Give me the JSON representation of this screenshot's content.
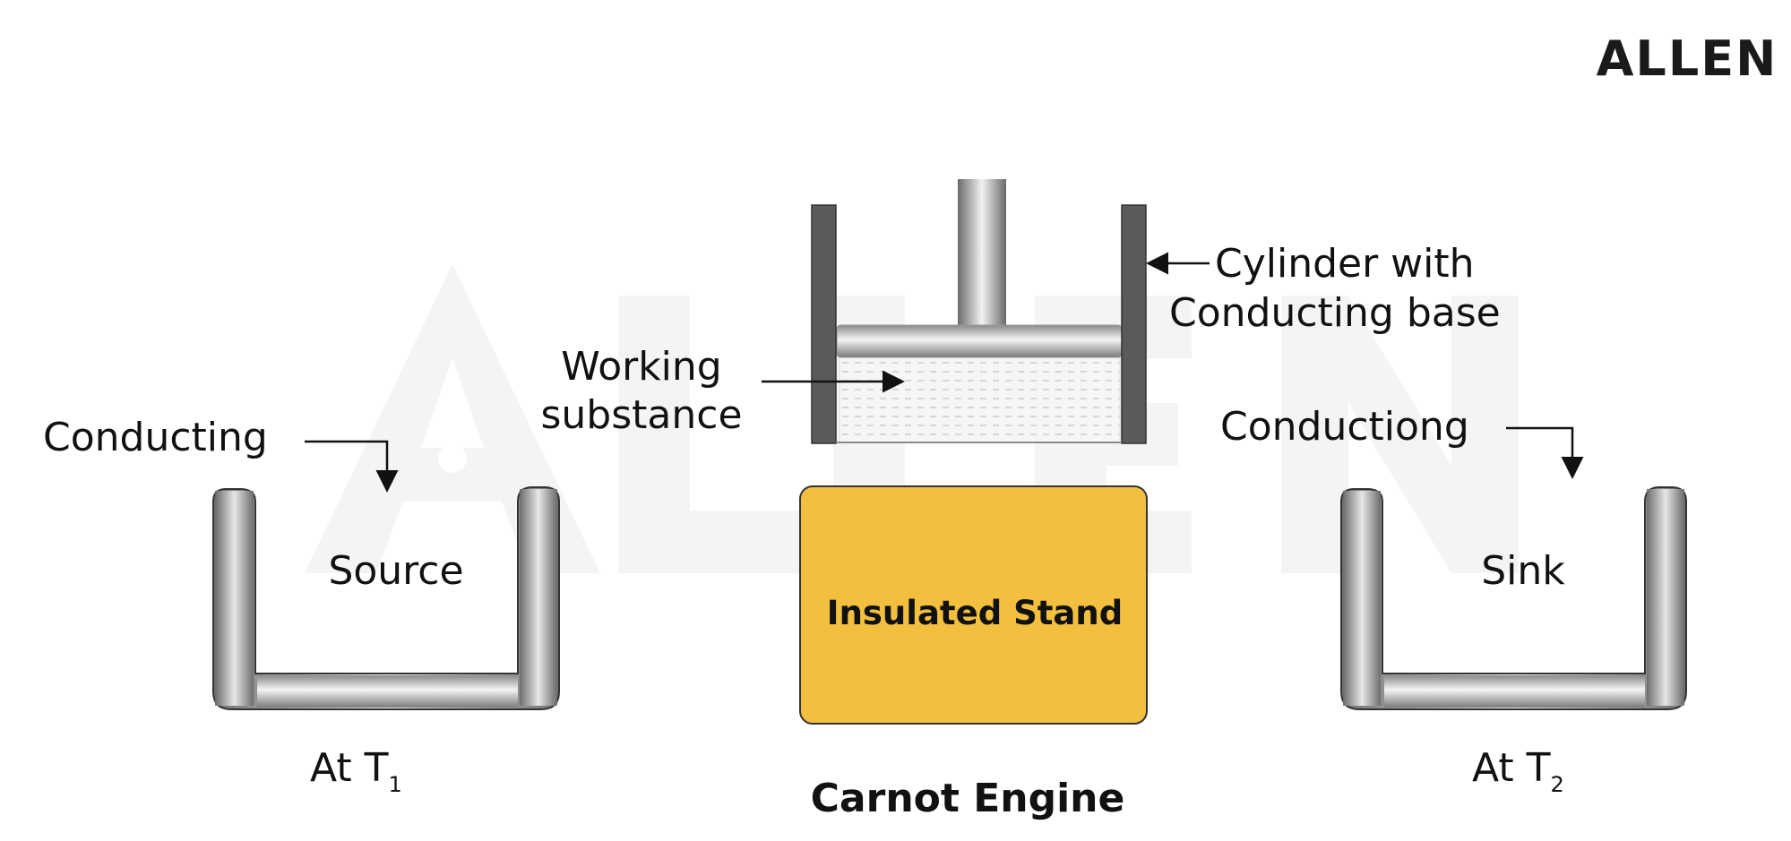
{
  "logo": {
    "text": "ALLEN"
  },
  "watermark": {
    "text": "ALLEN"
  },
  "labels": {
    "cylinder_line1": "Cylinder with",
    "cylinder_line2": "Conducting base",
    "working_line1": "Working",
    "working_line2": "substance",
    "conducting_left": "Conducting",
    "conducting_right": "Conductiong",
    "source": "Source",
    "sink": "Sink",
    "insulated_stand": "Insulated Stand",
    "at_t1_main": "At T",
    "at_t1_sub": "1",
    "at_t2_main": "At T",
    "at_t2_sub": "2",
    "caption": "Carnot Engine"
  },
  "colors": {
    "stand_fill": "#F2BF3E",
    "cylinder_wall": "#5a5a5a",
    "reservoir_edge": "#6e6e6e",
    "text": "#111111"
  }
}
